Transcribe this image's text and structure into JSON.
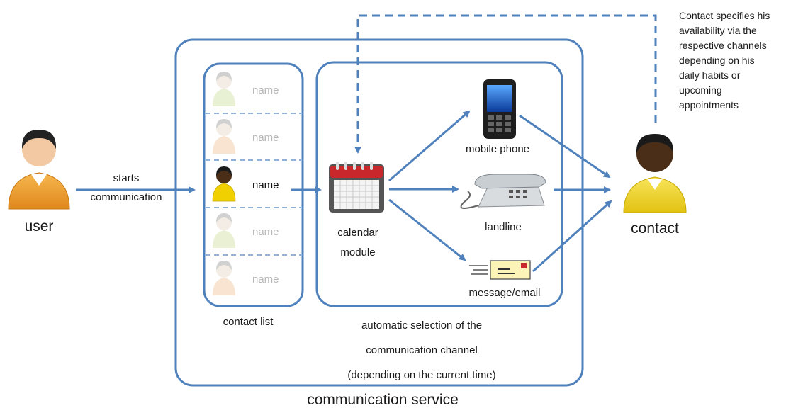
{
  "actors": {
    "user": {
      "label": "user",
      "icon": "user-person-icon"
    },
    "contact": {
      "label": "contact",
      "icon": "contact-person-icon"
    }
  },
  "edges": {
    "starts_line1": "starts",
    "starts_line2": "communication"
  },
  "contact_list": {
    "label": "contact list",
    "items": [
      {
        "name": "name",
        "state": "faded"
      },
      {
        "name": "name",
        "state": "faded"
      },
      {
        "name": "name",
        "state": "active"
      },
      {
        "name": "name",
        "state": "faded"
      },
      {
        "name": "name",
        "state": "faded"
      }
    ]
  },
  "calendar": {
    "line1": "calendar",
    "line2": "module",
    "icon": "calendar-icon"
  },
  "channels": {
    "mobile": {
      "label": "mobile phone",
      "icon": "mobile-phone-icon"
    },
    "landline": {
      "label": "landline",
      "icon": "landline-phone-icon"
    },
    "message": {
      "label": "message/email",
      "icon": "envelope-icon"
    }
  },
  "selection": {
    "line1": "automatic selection of the",
    "line2": "communication channel",
    "line3": "(depending on the current time)"
  },
  "service": {
    "label": "communication service"
  },
  "note": {
    "lines": [
      "Contact specifies his",
      "availability via the",
      "respective channels",
      "depending on his",
      "daily habits or",
      "upcoming",
      "appointments"
    ]
  },
  "colors": {
    "accent": "#4f81bd",
    "user": "#f0a030",
    "contact": "#f2d820"
  }
}
